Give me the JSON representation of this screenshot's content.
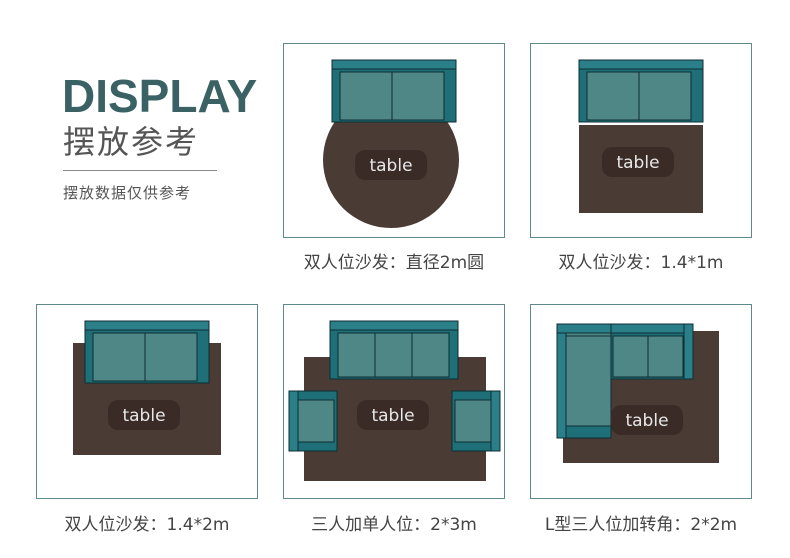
{
  "header": {
    "title_en": "DISPLAY",
    "title_cn": "摆放参考",
    "subtitle": "摆放数据仅供参考"
  },
  "table_label": "table",
  "panels": [
    {
      "caption": "双人位沙发：直径2m圆"
    },
    {
      "caption": "双人位沙发：1.4*1m"
    },
    {
      "caption": "双人位沙发：1.4*2m"
    },
    {
      "caption": "三人加单人位：2*3m"
    },
    {
      "caption": "L型三人位加转角：2*2m"
    }
  ],
  "colors": {
    "rug": "#4a3b34",
    "sofa_frame": "#1e6f78",
    "cushion": "#4e8786",
    "table_pill": "#3a2b27",
    "border": "#5f8a8b",
    "heading": "#3a6265"
  }
}
